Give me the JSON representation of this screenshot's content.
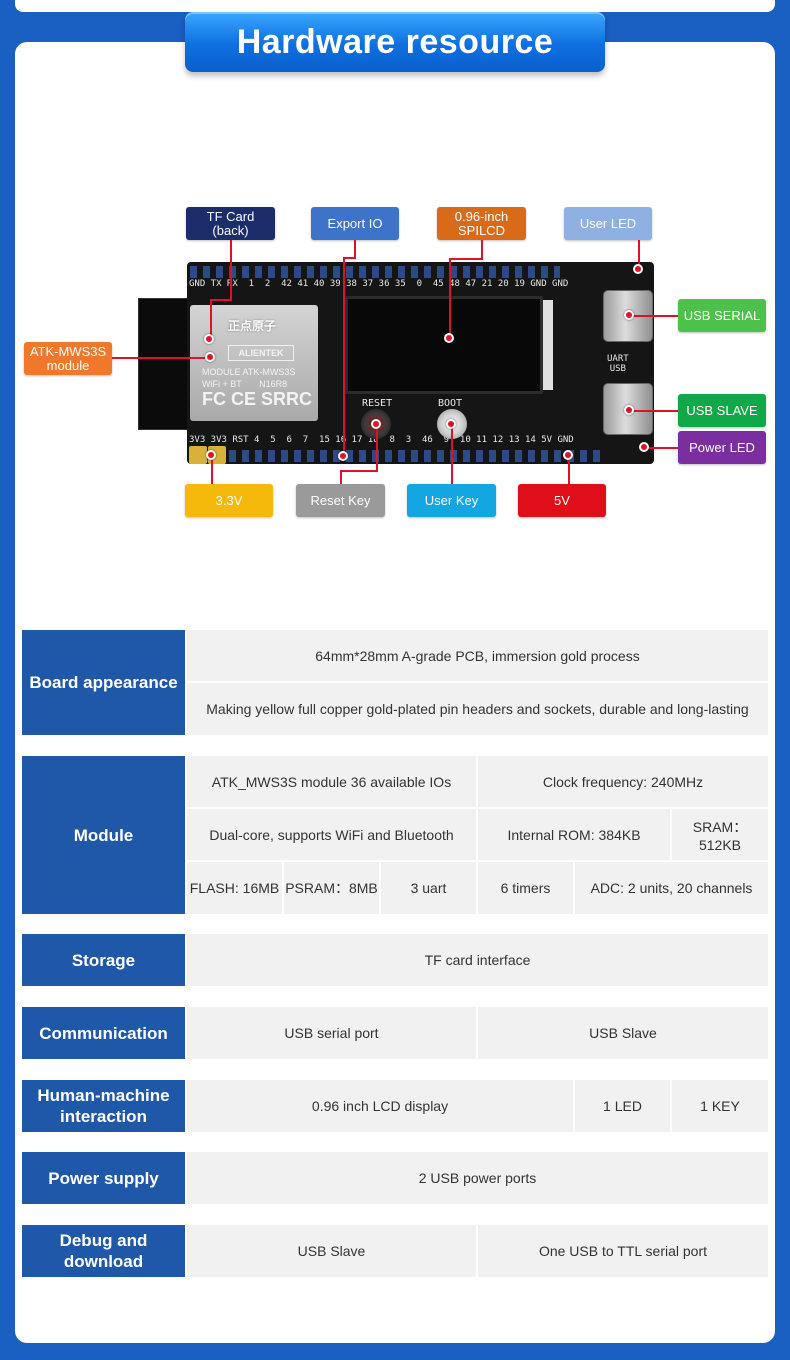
{
  "page": {
    "title": "Hardware resource"
  },
  "callouts": {
    "tf_card": "TF Card\n(back)",
    "export_io": "Export IO",
    "spilcd": "0.96-inch\nSPILCD",
    "user_led": "User LED",
    "atk_module": "ATK-MWS3S\nmodule",
    "usb_serial": "USB SERIAL",
    "usb_slave": "USB SLAVE",
    "power_led": "Power LED",
    "v33": "3.3V",
    "reset_key": "Reset Key",
    "user_key": "User Key",
    "v5": "5V"
  },
  "board_silk": {
    "module_logo": "正点原子",
    "module_brand": "ALIENTEK",
    "module_line1": "MODULE ATK-MWS3S",
    "module_line2": "WiFi + BT       N16R8",
    "module_cert": "FC CE SRRC",
    "reset": "RESET",
    "boot": "BOOT",
    "uart_usb": "UART\nUSB",
    "top_pins": "GND TX RX  1  2  42 41 40 39 38 37 36 35  0  45 48 47 21 20 19 GND GND",
    "bottom_pins": "3V3 3V3 RST 4  5  6  7  15 16 17 18  8  3  46  9  10 11 12 13 14 5V GND"
  },
  "colors": {
    "tf_card": "#1b2e6b",
    "export_io": "#3d74c9",
    "spilcd": "#d86a1a",
    "user_led": "#8fb0e2",
    "atk_module": "#f0782a",
    "usb_serial": "#4cc24a",
    "usb_slave": "#11a84a",
    "power_led": "#7a2ea0",
    "v33": "#f5b90b",
    "reset_key": "#9a9a9a",
    "user_key": "#14a6e0",
    "v5": "#e00d1a",
    "marker": "#e0102a",
    "label_bg": "#1f57a9",
    "cell_bg": "#f1f1f1"
  },
  "specs": {
    "board": {
      "label": "Board appearance",
      "row1": "64mm*28mm  A-grade PCB, immersion gold process",
      "row2": "Making yellow full copper gold-plated pin headers and sockets, durable and long-lasting"
    },
    "module": {
      "label": "Module",
      "ios": "ATK_MWS3S module 36 available IOs",
      "clock": "Clock frequency: 240MHz",
      "dual": "Dual-core, supports WiFi and Bluetooth",
      "rom": "Internal ROM: 384KB",
      "sram": "SRAM：512KB",
      "flash": "FLASH: 16MB",
      "psram": "PSRAM：8MB",
      "uart": "3 uart",
      "timers": "6 timers",
      "adc": "ADC: 2 units, 20 channels"
    },
    "storage": {
      "label": "Storage",
      "value": "TF card interface"
    },
    "communication": {
      "label": "Communication",
      "serial": "USB serial port",
      "slave": "USB Slave"
    },
    "hmi": {
      "label": "Human-machine interaction",
      "lcd": "0.96 inch LCD display",
      "led": "1 LED",
      "key": "1 KEY"
    },
    "power": {
      "label": "Power supply",
      "value": "2 USB power ports"
    },
    "debug": {
      "label": "Debug and download",
      "slave": "USB Slave",
      "ttl": "One USB to TTL serial port"
    }
  }
}
